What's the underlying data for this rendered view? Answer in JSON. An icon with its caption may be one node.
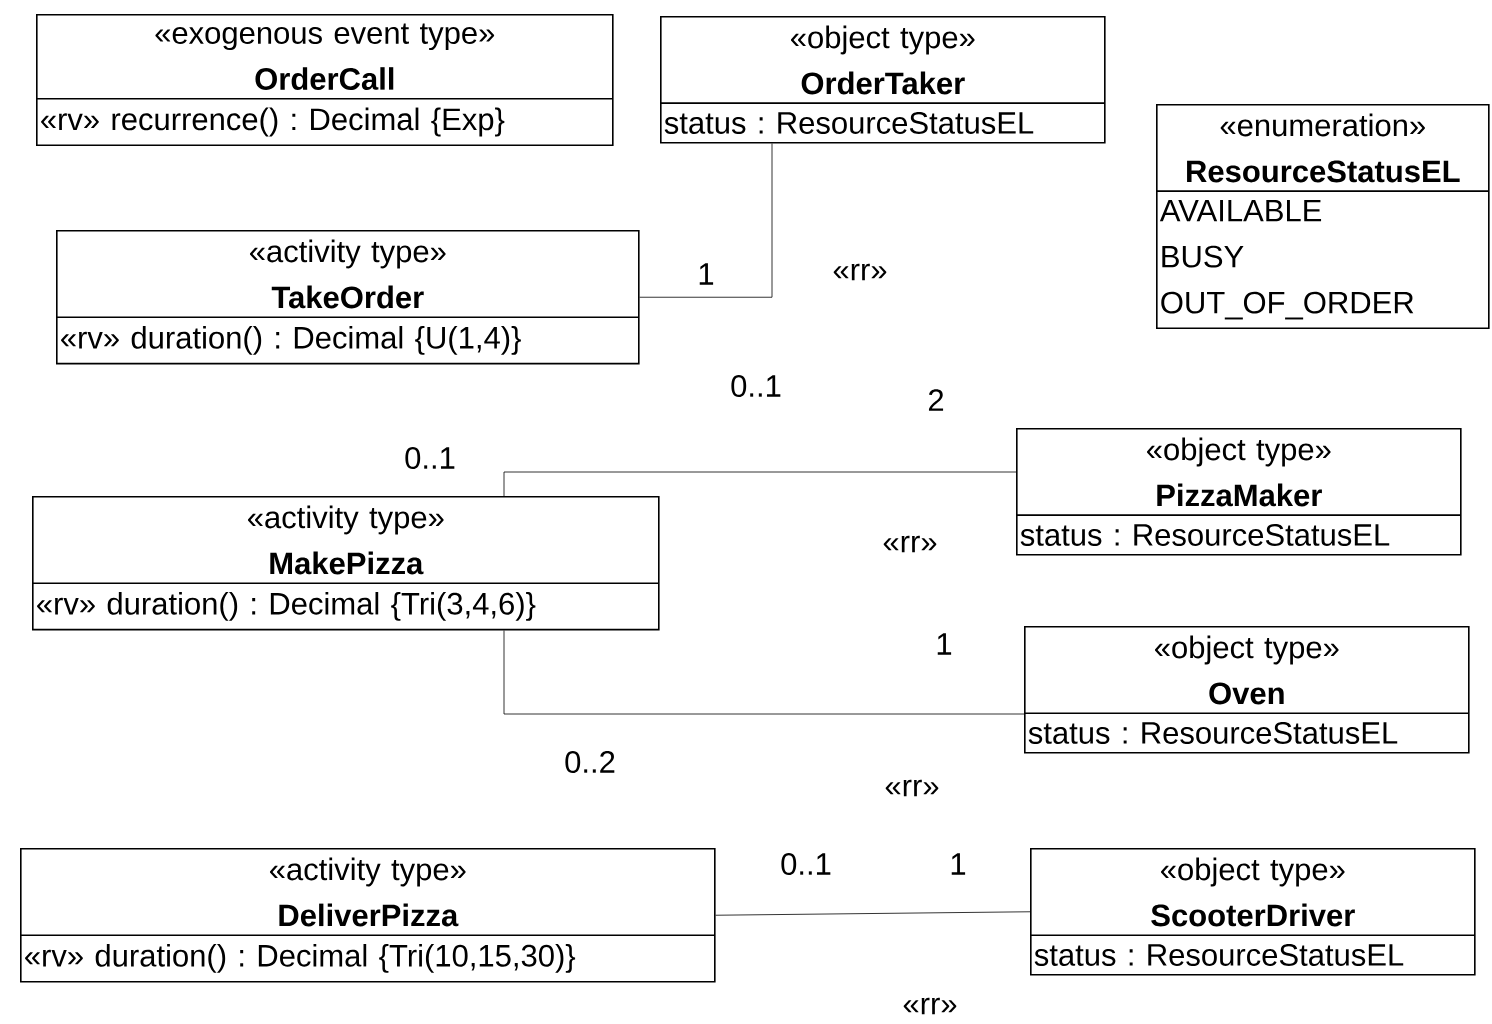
{
  "diagram": {
    "nodes": [
      {
        "text": [
          "«exogenous event type»",
          "OrderCall",
          "«rv» recurrence() : Decimal {Exp}"
        ]
      },
      {
        "text": [
          "«object type»",
          "OrderTaker",
          "status : ResourceStatusEL"
        ]
      },
      {
        "text": [
          "«activity type»",
          "TakeOrder",
          "«rv» duration() : Decimal {U(1,4)}"
        ]
      },
      {
        "text": [
          "«enumeration»",
          "ResourceStatusEL",
          "AVAILABLE",
          "BUSY",
          "OUT_OF_ORDER"
        ]
      },
      {
        "text": [
          "«activity type»",
          "MakePizza",
          "«rv» duration() : Decimal {Tri(3,4,6)}"
        ]
      },
      {
        "text": [
          "«object type»",
          "PizzaMaker",
          "status : ResourceStatusEL"
        ]
      },
      {
        "text": [
          "«object type»",
          "Oven",
          "status : ResourceStatusEL"
        ]
      },
      {
        "text": [
          "«activity type»",
          "DeliverPizza",
          "«rv» duration() : Decimal {Tri(10,15,30)}"
        ]
      },
      {
        "text": [
          "«object type»",
          "ScooterDriver",
          "status : ResourceStatusEL"
        ]
      }
    ],
    "edges": [
      {
        "from": 2,
        "to": 1,
        "arrow": "none",
        "label": "«rr»"
      },
      {
        "from": 4,
        "to": 5,
        "arrow": "none",
        "label": "«rr»"
      },
      {
        "from": 4,
        "to": 6,
        "arrow": "none",
        "label": "«rr»"
      },
      {
        "from": 7,
        "to": 8,
        "arrow": "none",
        "label": "«rr»"
      }
    ],
    "labels": [
      "1",
      "0..1",
      "2",
      "0..1",
      "1",
      "0..2",
      "0..1",
      "1"
    ]
  }
}
